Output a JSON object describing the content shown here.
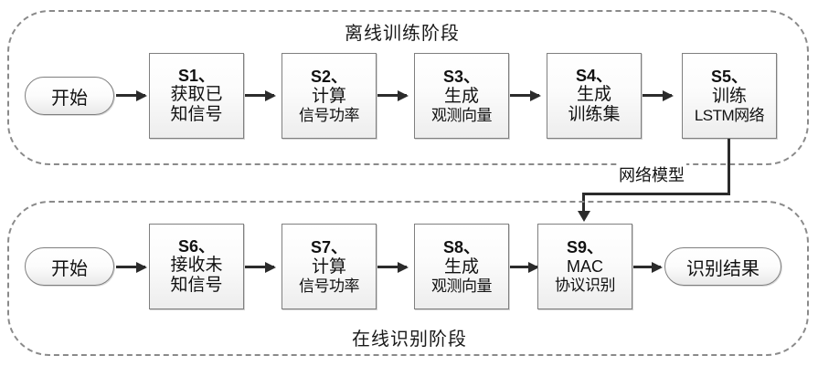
{
  "diagram": {
    "phases": [
      {
        "id": "offline",
        "title": "离线训练阶段",
        "start_label": "开始",
        "steps": [
          {
            "tag": "S1、",
            "line2": "获取已",
            "line3": "知信号"
          },
          {
            "tag": "S2、",
            "line2": "计算",
            "line3": "信号功率"
          },
          {
            "tag": "S3、",
            "line2": "生成",
            "line3": "观测向量"
          },
          {
            "tag": "S4、",
            "line2": "生成",
            "line3": "训练集"
          },
          {
            "tag": "S5、",
            "line2": "训练",
            "line3": "LSTM网络"
          }
        ]
      },
      {
        "id": "online",
        "title": "在线识别阶段",
        "start_label": "开始",
        "steps": [
          {
            "tag": "S6、",
            "line2": "接收未",
            "line3": "知信号"
          },
          {
            "tag": "S7、",
            "line2": "计算",
            "line3": "信号功率"
          },
          {
            "tag": "S8、",
            "line2": "生成",
            "line3": "观测向量"
          },
          {
            "tag": "S9、",
            "line2": "MAC",
            "line3": "协议识别"
          }
        ],
        "end_label": "识别结果"
      }
    ],
    "connector_label": "网络模型",
    "colors": {
      "stroke": "#2b2b2b",
      "box_border": "#7f7f7f",
      "dashed_border": "#8a8a8a",
      "text": "#111111",
      "background": "#ffffff"
    }
  }
}
